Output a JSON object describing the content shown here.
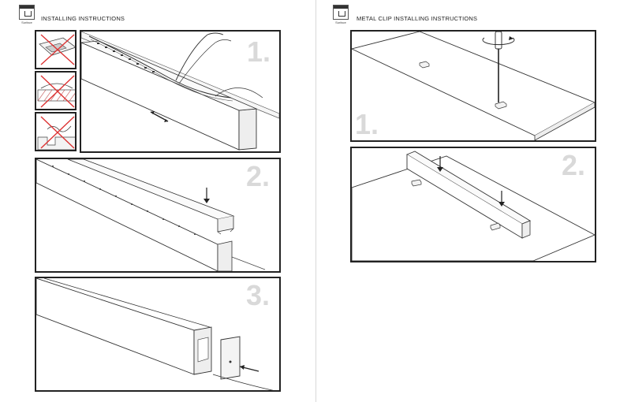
{
  "left_page": {
    "badge_label": "Surface",
    "title": "INSTALLING INSTRUCTIONS",
    "steps": [
      {
        "number": "1."
      },
      {
        "number": "2."
      },
      {
        "number": "3."
      }
    ]
  },
  "right_page": {
    "badge_label": "Surface",
    "title": "METAL CLIP INSTALLING INSTRUCTIONS",
    "steps": [
      {
        "number": "1."
      },
      {
        "number": "2."
      }
    ]
  }
}
